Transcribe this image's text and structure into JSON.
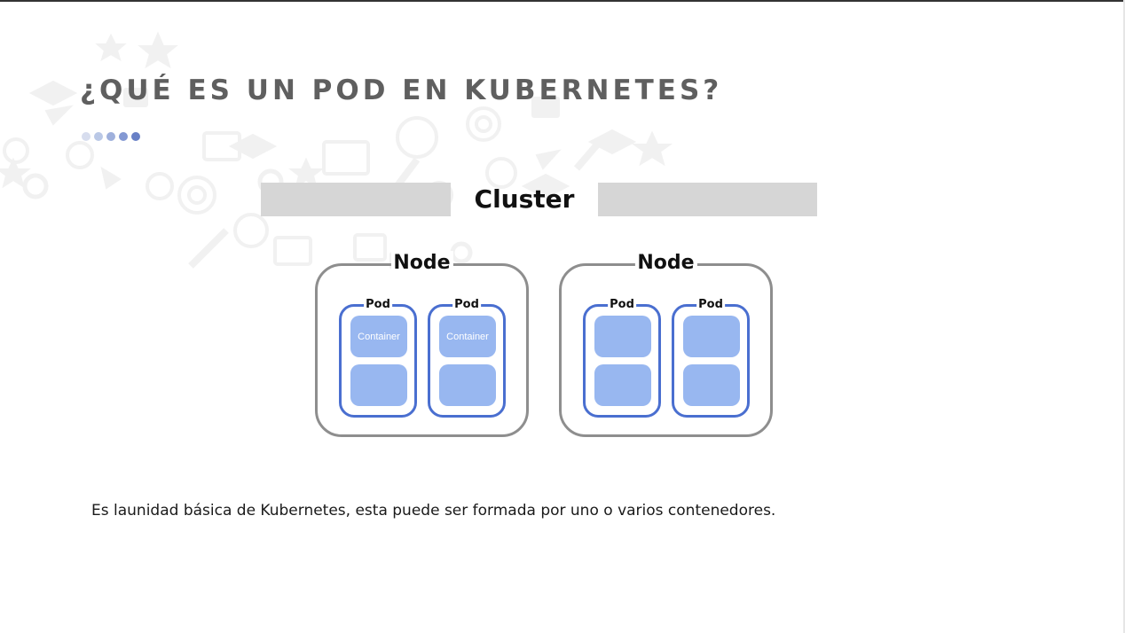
{
  "slide": {
    "title": "¿QUÉ ES UN POD EN KUBERNETES?",
    "caption": "Es launidad básica de Kubernetes, esta puede ser formada por uno o varios contenedores.",
    "accent_dots": [
      "#d7ddee",
      "#bac8e6",
      "#9fb0dc",
      "#8398d3",
      "#6880c6"
    ]
  },
  "diagram": {
    "cluster_label": "Cluster",
    "nodes": [
      {
        "label": "Node",
        "pods": [
          {
            "label": "Pod",
            "containers": [
              "Container",
              ""
            ]
          },
          {
            "label": "Pod",
            "containers": [
              "Container",
              ""
            ]
          }
        ]
      },
      {
        "label": "Node",
        "pods": [
          {
            "label": "Pod",
            "containers": [
              "",
              ""
            ]
          },
          {
            "label": "Pod",
            "containers": [
              "",
              ""
            ]
          }
        ]
      }
    ],
    "colors": {
      "cluster_bar": "#d6d6d6",
      "node_border": "#8e8e8e",
      "pod_border": "#4a6fd0",
      "container_fill": "#98b7f0"
    }
  }
}
